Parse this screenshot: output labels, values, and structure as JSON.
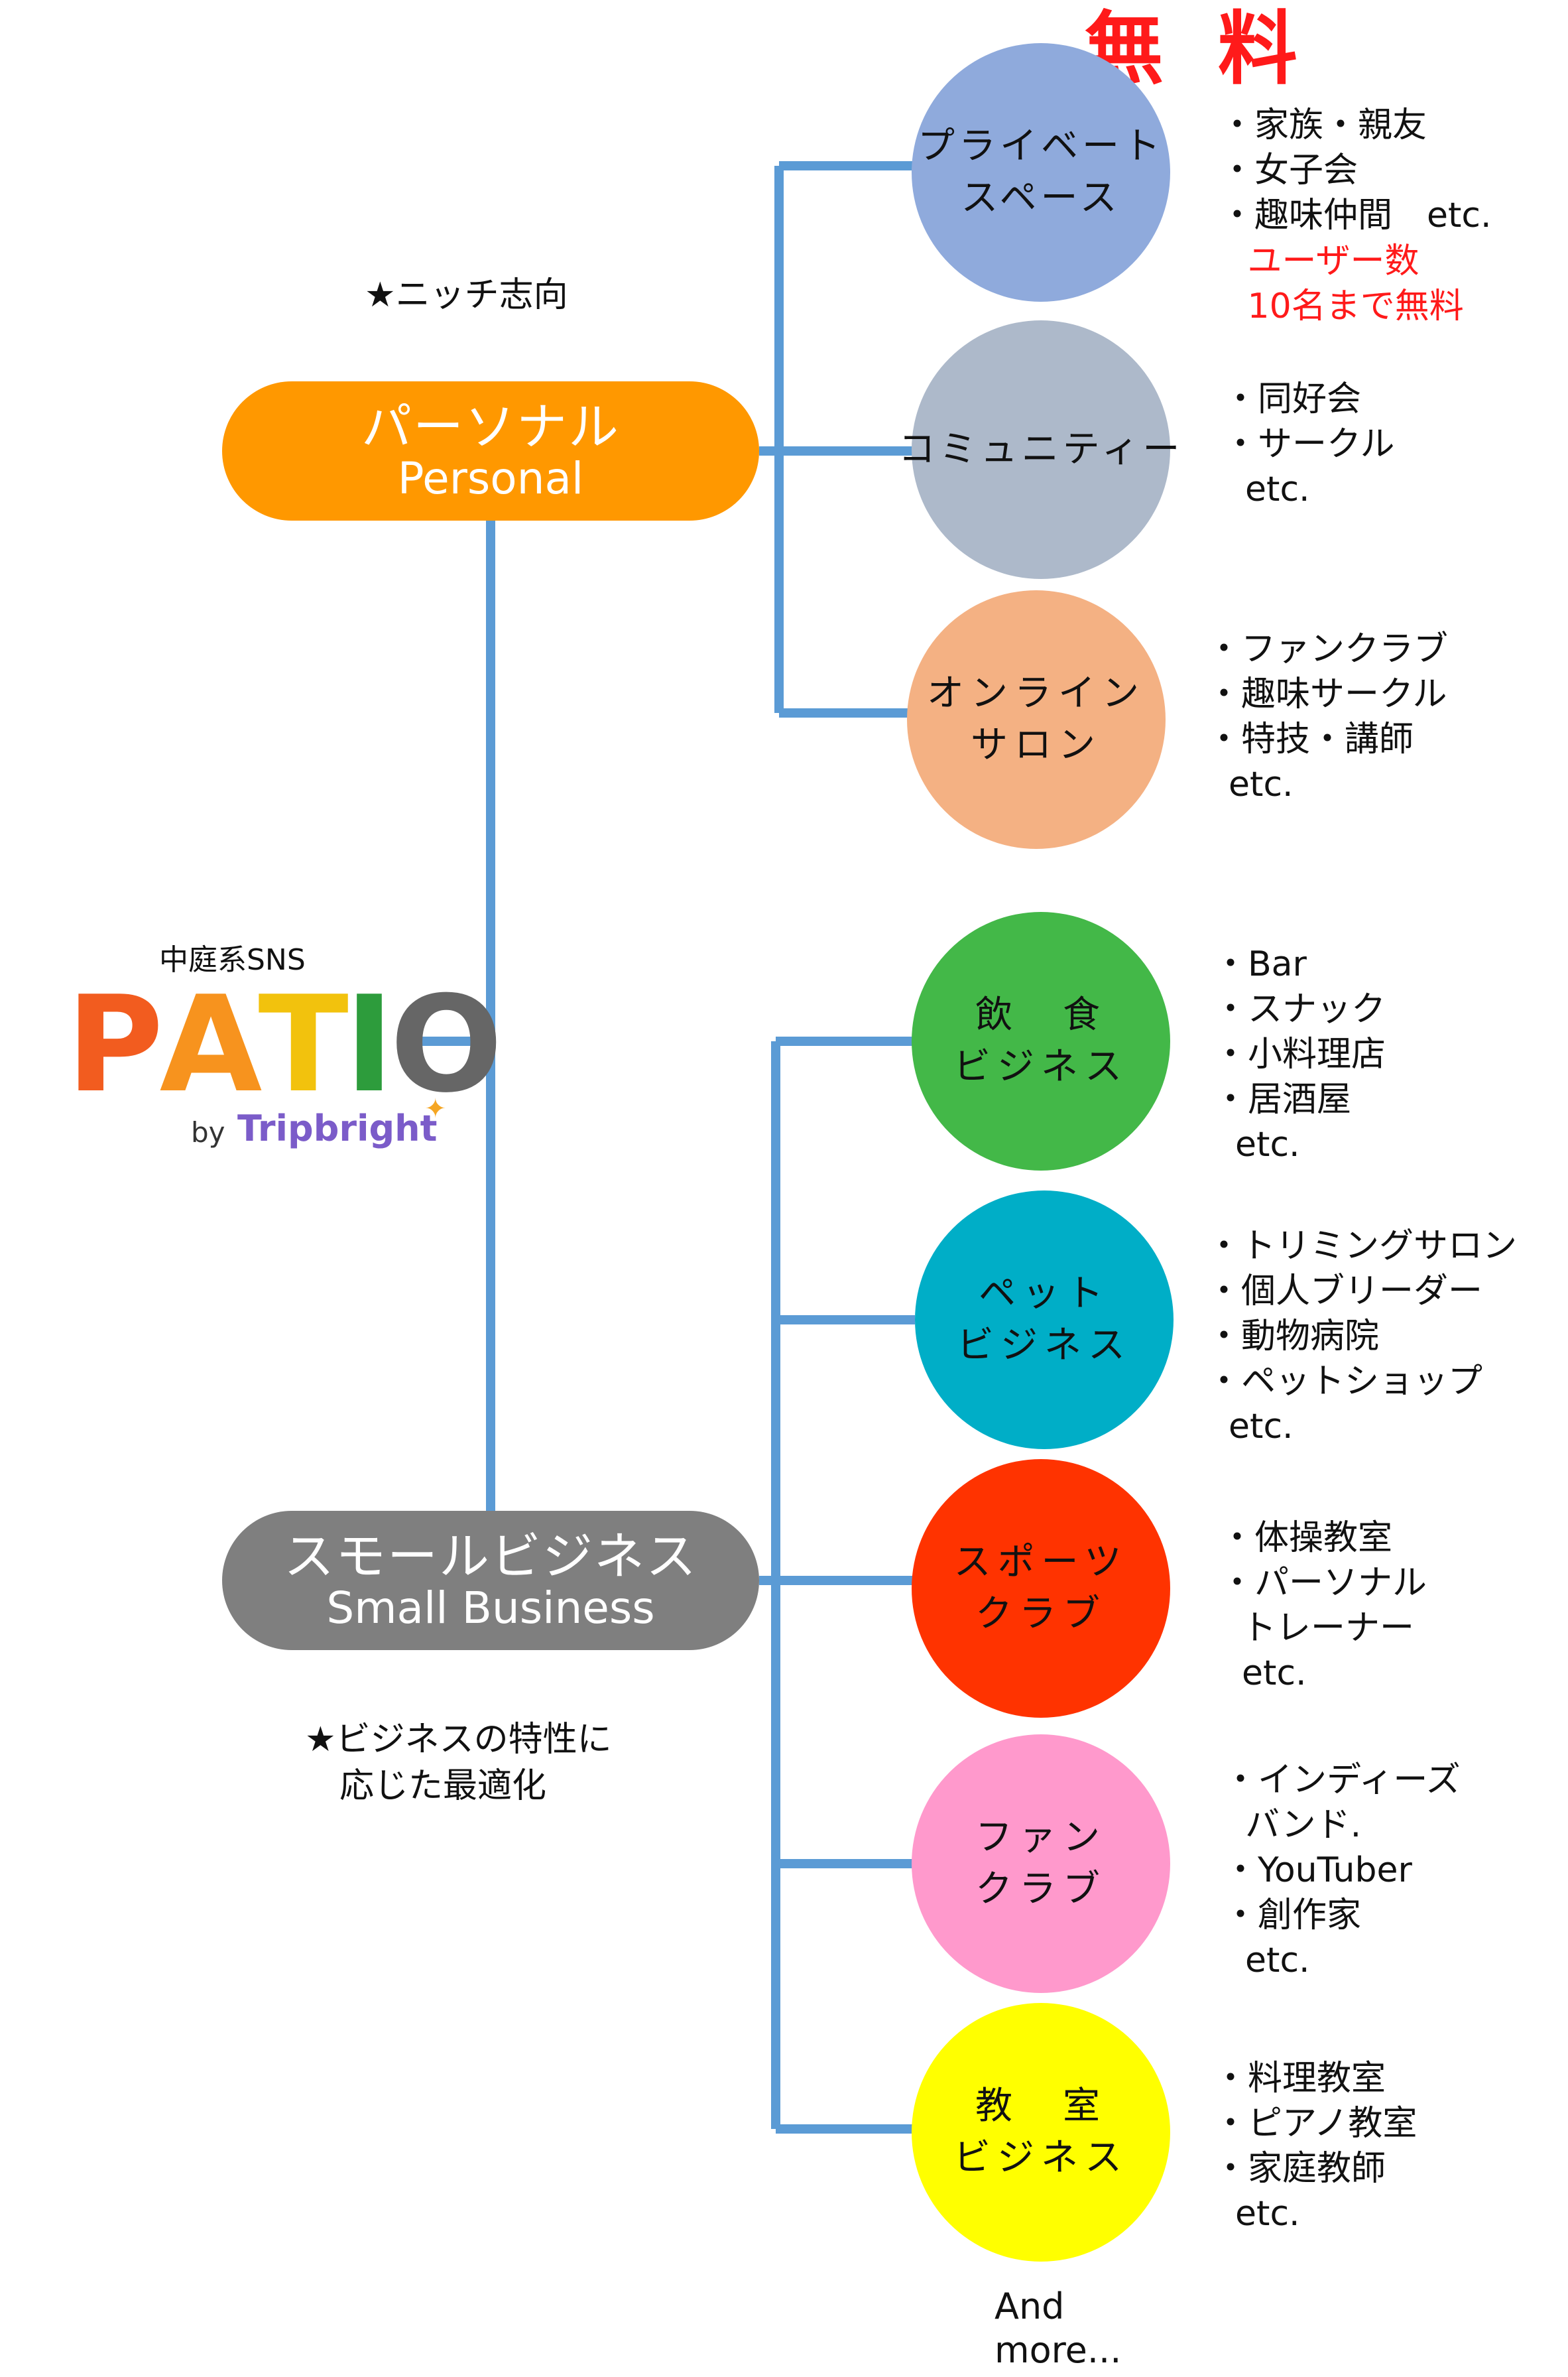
{
  "colors": {
    "line": "#5b9bd5",
    "personal": "#ff9800",
    "small_business": "#7f7f7f"
  },
  "free_badge": "無 料",
  "notes": {
    "personal": "★ニッチ志向",
    "business": "★ビジネスの特性に\n　応じた最適化"
  },
  "personal": {
    "jp": "パーソナル",
    "en": "Personal"
  },
  "small_business": {
    "jp": "スモールビジネス",
    "en": "Small Business"
  },
  "logo": {
    "tagline": "中庭系SNS",
    "letters": [
      "P",
      "A",
      "T",
      "I",
      "O"
    ],
    "by": "by",
    "brand": "Tripbright"
  },
  "categories": [
    {
      "id": "private",
      "label": "プライベート\nスペース",
      "color": "#8faadc",
      "items": "・家族・親友\n・女子会\n・趣味仲間　etc.",
      "note": " ユーザー数\n 10名まで無料"
    },
    {
      "id": "community",
      "label": "コミュニティー",
      "color": "#adb9ca",
      "items": "・同好会\n・サークル\n  etc."
    },
    {
      "id": "salon",
      "label": "オンライン\nサロン",
      "color": "#f4b183",
      "items": "・ファンクラブ\n・趣味サークル\n・特技・講師\n  etc."
    },
    {
      "id": "food",
      "label": "飲　食\nビジネス",
      "color": "#43b848",
      "items": "・Bar\n・スナック\n・小料理店\n・居酒屋\n  etc."
    },
    {
      "id": "pet",
      "label": "ペット\nビジネス",
      "color": "#00aec7",
      "items": "・トリミングサロン\n・個人ブリーダー\n・動物病院\n・ペットショップ\n  etc."
    },
    {
      "id": "sports",
      "label": "スポーツ\nクラブ",
      "color": "#ff3300",
      "items": "・体操教室\n・パーソナル\n  トレーナー\n  etc."
    },
    {
      "id": "fanclub",
      "label": "ファン\nクラブ",
      "color": "#ff99cc",
      "items": "・インディーズ\n  バンド.\n・YouTuber\n・創作家\n  etc."
    },
    {
      "id": "school",
      "label": "教　室\nビジネス",
      "color": "#ffff00",
      "items": "・料理教室\n・ピアノ教室\n・家庭教師\n  etc."
    }
  ],
  "and_more": "And\nmore..."
}
